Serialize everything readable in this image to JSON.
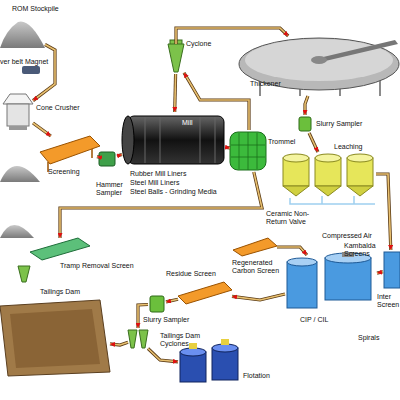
{
  "diagram": {
    "nodes": [
      {
        "text": [
          "ROM Stockpile"
        ]
      },
      {
        "text": [
          "ver belt Magnet"
        ]
      },
      {
        "text": [
          "Cone Crusher"
        ]
      },
      {
        "text": [
          "Screening"
        ]
      },
      {
        "text": [
          "Hammer Sampler"
        ]
      },
      {
        "text": [
          "Cyclone"
        ]
      },
      {
        "text": [
          "Mill"
        ]
      },
      {
        "text": [
          "Trommel"
        ]
      },
      {
        "text": [
          "Thickener"
        ]
      },
      {
        "text": [
          "Slurry Sampler"
        ]
      },
      {
        "text": [
          "Leaching"
        ]
      },
      {
        "text": [
          "Tramp Removal Screen"
        ]
      },
      {
        "text": [
          "Regenerated Carbon Screen"
        ]
      },
      {
        "text": [
          "CIP / CIL"
        ]
      },
      {
        "text": [
          "Inter Screen"
        ]
      },
      {
        "text": [
          "Residue Screen"
        ]
      },
      {
        "text": [
          "Slurry Sampler"
        ]
      },
      {
        "text": [
          "Tailings Dam"
        ]
      },
      {
        "text": [
          "Tailings Dam Cyclones"
        ]
      },
      {
        "text": [
          "Flotation"
        ]
      }
    ],
    "edges": [
      {
        "from": 0,
        "to": 2,
        "arrow": "to"
      },
      {
        "from": 2,
        "to": 3,
        "arrow": "to"
      },
      {
        "from": 3,
        "to": 4,
        "arrow": "to"
      },
      {
        "from": 4,
        "to": 6,
        "arrow": "to"
      },
      {
        "from": 6,
        "to": 7,
        "arrow": "to"
      },
      {
        "from": 7,
        "to": 5,
        "arrow": "to"
      },
      {
        "from": 5,
        "to": 6,
        "arrow": "to"
      },
      {
        "from": 5,
        "to": 8,
        "arrow": "to"
      },
      {
        "from": 8,
        "to": 9,
        "arrow": "to"
      },
      {
        "from": 9,
        "to": 10,
        "arrow": "to"
      },
      {
        "from": 10,
        "to": 14,
        "arrow": "to"
      },
      {
        "from": 14,
        "to": 13,
        "arrow": "to"
      },
      {
        "from": 12,
        "to": 13,
        "arrow": "to"
      },
      {
        "from": 13,
        "to": 15,
        "arrow": "to"
      },
      {
        "from": 15,
        "to": 16,
        "arrow": "to"
      },
      {
        "from": 16,
        "to": 18,
        "arrow": "to"
      },
      {
        "from": 18,
        "to": 17,
        "arrow": "to"
      },
      {
        "from": 18,
        "to": 19,
        "arrow": "to"
      },
      {
        "from": 7,
        "to": 11,
        "arrow": "to"
      }
    ],
    "labels": [
      "Rubber Mill Liners",
      "Steel Mill Liners",
      "Steel Balls - Grinding Media",
      "Ceramic Non-Return Valve",
      "Compressed Air",
      "Kambalda Screens",
      "Spirals"
    ]
  }
}
